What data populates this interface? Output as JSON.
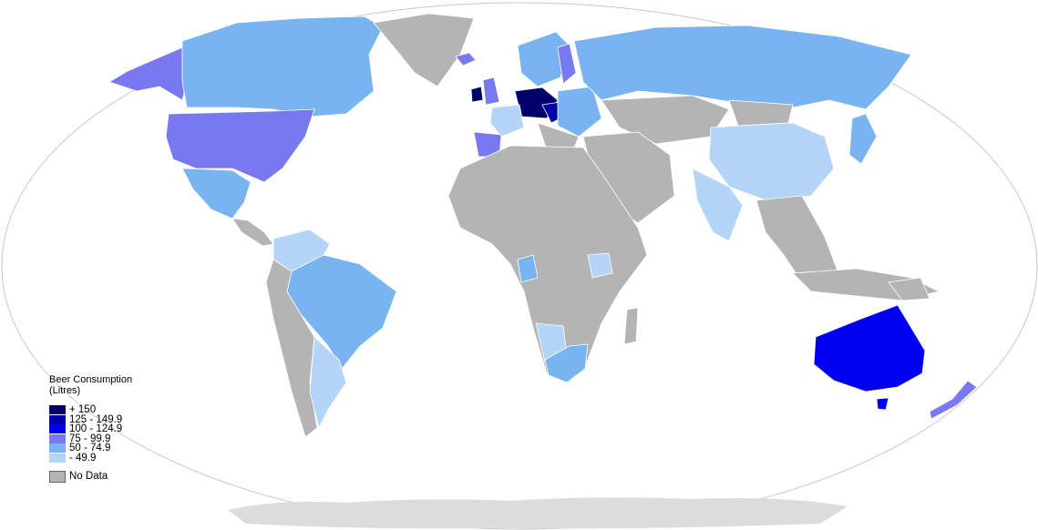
{
  "legend": {
    "title_line1": "Beer Consumption",
    "title_line2": "(Litres)",
    "items": [
      {
        "label": "+ 150",
        "color": "#00006b"
      },
      {
        "label": "125 - 149.9",
        "color": "#0000a6"
      },
      {
        "label": "100 - 124.9",
        "color": "#0000f0"
      },
      {
        "label": "75 - 99.9",
        "color": "#7878f0"
      },
      {
        "label": "50 - 74.9",
        "color": "#78b4f0"
      },
      {
        "label": "- 49.9",
        "color": "#b4d4f8"
      },
      {
        "label": "No Data",
        "color": "#b4b4b4"
      }
    ]
  },
  "colors": {
    "ocean": "#ffffff",
    "antarctica": "#dcdcdc",
    "no_data": "#b4b4b4"
  }
}
